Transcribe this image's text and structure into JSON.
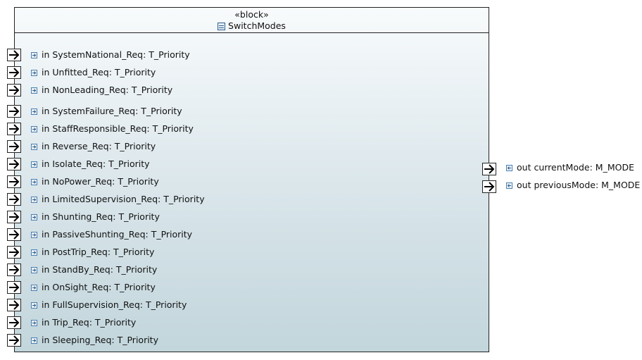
{
  "block": {
    "stereotype": "«block»",
    "name": "SwitchModes"
  },
  "in_ports": [
    {
      "direction": "in",
      "name": "SystemNational_Req",
      "type": "T_Priority",
      "label": "in SystemNational_Req: T_Priority"
    },
    {
      "direction": "in",
      "name": "Unfitted_Req",
      "type": "T_Priority",
      "label": "in Unfitted_Req: T_Priority"
    },
    {
      "direction": "in",
      "name": "NonLeading_Req",
      "type": "T_Priority",
      "label": "in NonLeading_Req: T_Priority"
    },
    {
      "direction": "in",
      "name": "SystemFailure_Req",
      "type": "T_Priority",
      "label": "in SystemFailure_Req: T_Priority"
    },
    {
      "direction": "in",
      "name": "StaffResponsible_Req",
      "type": "T_Priority",
      "label": "in StaffResponsible_Req: T_Priority"
    },
    {
      "direction": "in",
      "name": "Reverse_Req",
      "type": "T_Priority",
      "label": "in Reverse_Req: T_Priority"
    },
    {
      "direction": "in",
      "name": "Isolate_Req",
      "type": "T_Priority",
      "label": "in Isolate_Req: T_Priority"
    },
    {
      "direction": "in",
      "name": "NoPower_Req",
      "type": "T_Priority",
      "label": "in NoPower_Req: T_Priority"
    },
    {
      "direction": "in",
      "name": "LimitedSupervision_Req",
      "type": "T_Priority",
      "label": "in LimitedSupervision_Req: T_Priority"
    },
    {
      "direction": "in",
      "name": "Shunting_Req",
      "type": "T_Priority",
      "label": "in Shunting_Req: T_Priority"
    },
    {
      "direction": "in",
      "name": "PassiveShunting_Req",
      "type": "T_Priority",
      "label": "in PassiveShunting_Req: T_Priority"
    },
    {
      "direction": "in",
      "name": "PostTrip_Req",
      "type": "T_Priority",
      "label": "in PostTrip_Req: T_Priority"
    },
    {
      "direction": "in",
      "name": "StandBy_Req",
      "type": "T_Priority",
      "label": "in StandBy_Req: T_Priority"
    },
    {
      "direction": "in",
      "name": "OnSight_Req",
      "type": "T_Priority",
      "label": "in OnSight_Req: T_Priority"
    },
    {
      "direction": "in",
      "name": "FullSupervision_Req",
      "type": "T_Priority",
      "label": "in FullSupervision_Req: T_Priority"
    },
    {
      "direction": "in",
      "name": "Trip_Req",
      "type": "T_Priority",
      "label": "in Trip_Req: T_Priority"
    },
    {
      "direction": "in",
      "name": "Sleeping_Req",
      "type": "T_Priority",
      "label": "in Sleeping_Req: T_Priority"
    }
  ],
  "out_ports": [
    {
      "direction": "out",
      "name": "currentMode",
      "type": "M_MODE",
      "label": "out currentMode: M_MODE"
    },
    {
      "direction": "out",
      "name": "previousMode",
      "type": "M_MODE",
      "label": "out previousMode: M_MODE"
    }
  ],
  "colors": {
    "border": "#222222",
    "port_fill": "#ffffff",
    "icon_blue": "#4a7fb0",
    "gradient_top": "#f8fbfc",
    "gradient_bottom": "#c2d6dc"
  },
  "icons": {
    "block": "block-icon",
    "in_port": "in-port-arrow-icon",
    "out_port": "out-port-arrow-icon",
    "in_flow": "in-flow-property-icon",
    "out_flow": "out-flow-property-icon"
  }
}
